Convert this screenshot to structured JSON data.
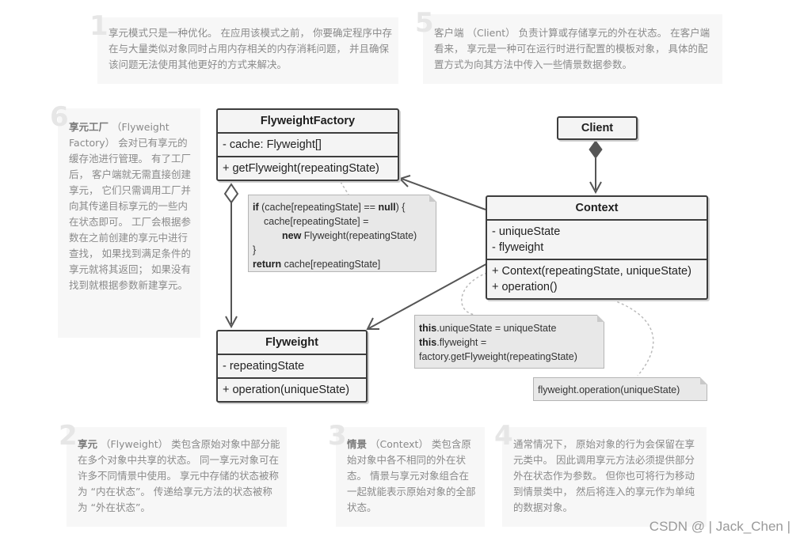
{
  "notes": {
    "n1": {
      "num": "1",
      "text": "享元模式只是一种优化。 在应用该模式之前， 你要确定程序中存在与大量类似对象同时占用内存相关的内存消耗问题， 并且确保该问题无法使用其他更好的方式来解决。"
    },
    "n5": {
      "num": "5",
      "text": "客户端 （Client） 负责计算或存储享元的外在状态。 在客户端看来， 享元是一种可在运行时进行配置的模板对象， 具体的配置方式为向其方法中传入一些情景数据参数。"
    },
    "n6": {
      "num": "6",
      "bold": "享元工厂",
      "text": " （Flyweight Factory） 会对已有享元的缓存池进行管理。 有了工厂后， 客户端就无需直接创建享元， 它们只需调用工厂并向其传递目标享元的一些内在状态即可。 工厂会根据参数在之前创建的享元中进行查找， 如果找到满足条件的享元就将其返回； 如果没有找到就根据参数新建享元。"
    },
    "n2": {
      "num": "2",
      "bold": "享元",
      "text": " （Flyweight） 类包含原始对象中部分能在多个对象中共享的状态。 同一享元对象可在许多不同情景中使用。 享元中存储的状态被称为 “内在状态”。 传递给享元方法的状态被称为 “外在状态”。"
    },
    "n3": {
      "num": "3",
      "bold": "情景",
      "text": " （Context） 类包含原始对象中各不相同的外在状态。 情景与享元对象组合在一起就能表示原始对象的全部状态。"
    },
    "n4": {
      "num": "4",
      "text": "通常情况下， 原始对象的行为会保留在享元类中。 因此调用享元方法必须提供部分外在状态作为参数。 但你也可将行为移动到情景类中， 然后将连入的享元作为单纯的数据对象。"
    }
  },
  "classes": {
    "factory": {
      "name": "FlyweightFactory",
      "fields": [
        "- cache: Flyweight[]"
      ],
      "methods": [
        "+ getFlyweight(repeatingState)"
      ]
    },
    "client": {
      "name": "Client"
    },
    "context": {
      "name": "Context",
      "fields": [
        "- uniqueState",
        "- flyweight"
      ],
      "methods": [
        "+ Context(repeatingState, uniqueState)",
        "+ operation()"
      ]
    },
    "flyweight": {
      "name": "Flyweight",
      "fields": [
        "- repeatingState"
      ],
      "methods": [
        "+ operation(uniqueState)"
      ]
    }
  },
  "code_notes": {
    "factory_code": {
      "l1_kw": "if",
      "l1": " (cache[repeatingState] == ",
      "l1_kw2": "null",
      "l1_end": ") {",
      "l2": "cache[repeatingState] =",
      "l3_kw": "new",
      "l3": " Flyweight(repeatingState)",
      "l4": "}",
      "l5_kw": "return",
      "l5": " cache[repeatingState]"
    },
    "context_code": {
      "l1_kw": "this",
      "l1": ".uniqueState = uniqueState",
      "l2_kw": "this",
      "l2": ".flyweight =",
      "l3": "factory.getFlyweight(repeatingState)"
    },
    "operation_code": {
      "l1": "flyweight.operation(uniqueState)"
    }
  },
  "watermark": "CSDN @ | Jack_Chen |"
}
